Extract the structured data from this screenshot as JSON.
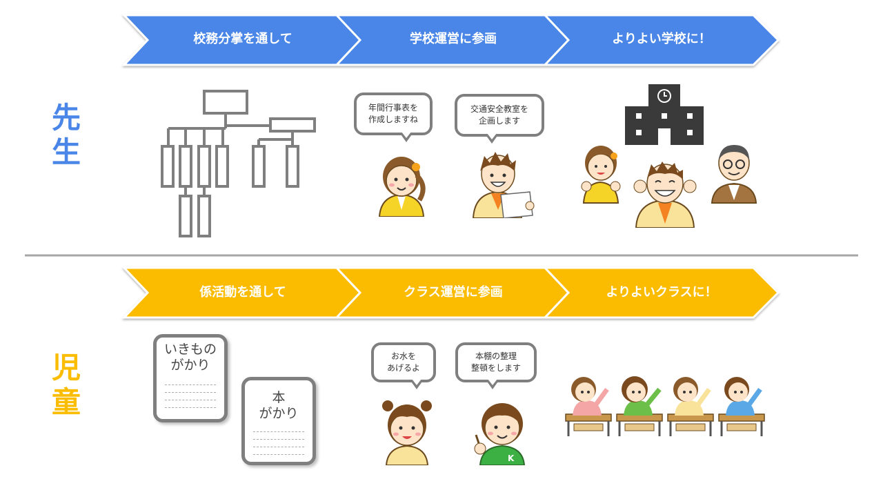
{
  "colors": {
    "teacher": "#4a86e8",
    "children": "#fbbc04",
    "divider": "#a6a6a6",
    "outline": "#7f7f7f"
  },
  "teacher": {
    "label_line1": "先",
    "label_line2": "生",
    "steps": [
      "校務分掌を通して",
      "学校運営に参画",
      "よりよい学校に！"
    ],
    "bubble1_line1": "年間行事表を",
    "bubble1_line2": "作成しますね",
    "bubble2_line1": "交通安全教室を",
    "bubble2_line2": "企画します"
  },
  "children": {
    "label_line1": "児",
    "label_line2": "童",
    "steps": [
      "係活動を通して",
      "クラス運営に参画",
      "よりよいクラスに！"
    ],
    "card1_line1": "いきもの",
    "card1_line2": "がかり",
    "card2_line1": "本",
    "card2_line2": "がかり",
    "bubble1_line1": "お水を",
    "bubble1_line2": "あげるよ",
    "bubble2_line1": "本棚の整理",
    "bubble2_line2": "整頓をします"
  }
}
